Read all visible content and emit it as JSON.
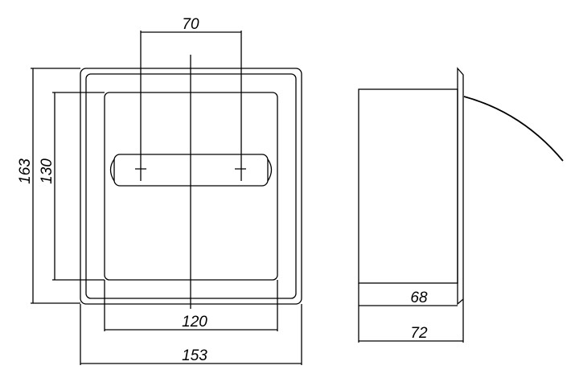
{
  "title": "Recessed toilet paper holder dimension drawing",
  "dimensions": {
    "roll_axle_spacing": "70",
    "overall_height": "163",
    "inner_height": "130",
    "inner_width": "120",
    "overall_width": "153",
    "body_depth": "68",
    "overall_depth": "72"
  },
  "colors": {
    "line": "#000000",
    "background": "#ffffff"
  }
}
